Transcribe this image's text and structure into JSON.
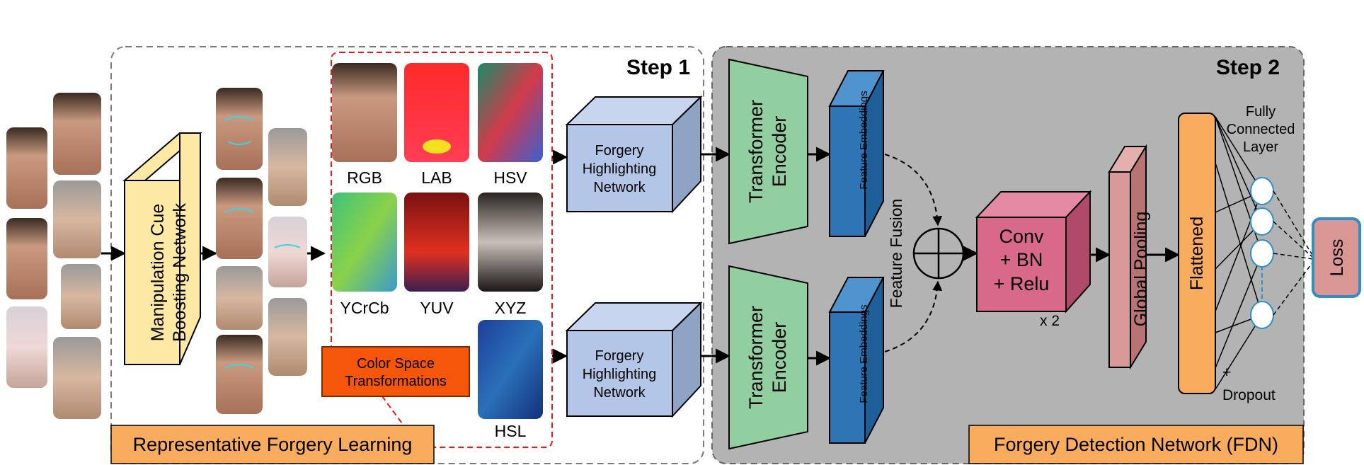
{
  "step1": {
    "title": "Step 1",
    "bottom_label": "Representative Forgery Learning"
  },
  "step2": {
    "title": "Step 2",
    "bottom_label": "Forgery Detection Network (FDN)"
  },
  "mcbn": {
    "label_line1": "Manipulation Cue",
    "label_line2": "Boosting Network"
  },
  "color_spaces": {
    "rgb": "RGB",
    "lab": "LAB",
    "hsv": "HSV",
    "ycrcb": "YCrCb",
    "yuv": "YUV",
    "xyz": "XYZ",
    "hsl": "HSL",
    "box_line1": "Color Space",
    "box_line2": "Transformations"
  },
  "fhn_top": {
    "line1": "Forgery",
    "line2": "Highlighting",
    "line3": "Network"
  },
  "fhn_bottom": {
    "line1": "Forgery",
    "line2": "Highlighting",
    "line3": "Network"
  },
  "encoder_top": {
    "line1": "Transformer",
    "line2": "Encoder"
  },
  "encoder_bottom": {
    "line1": "Transformer",
    "line2": "Encoder"
  },
  "embed_top": "Feature Embeddings",
  "embed_bottom": "Feature Embeddings",
  "fusion": "Feature Fusion",
  "conv": {
    "line1": "Conv",
    "line2": "+ BN",
    "line3": "+ Relu",
    "repeat": "x 2"
  },
  "global_pooling": "Global Pooling",
  "flattened": "Flattened",
  "fc": {
    "line1": "Fully",
    "line2": "Connected",
    "line3": "Layer",
    "dropout1": "+",
    "dropout2": "Dropout"
  },
  "loss": "Loss",
  "colors": {
    "step2_bg": "#b3b3b3",
    "mcbn": "#fde9a3",
    "fhn": "#b4c6e7",
    "encoder": "#92cfa0",
    "embed": "#2e75b6",
    "conv": "#d8698a",
    "pool": "#d89a98",
    "flat": "#f9ab5e",
    "loss": "#d99694",
    "loss_border": "#2f8fc4",
    "label_box": "#f9ab5e",
    "cst_box": "#f5560a"
  }
}
